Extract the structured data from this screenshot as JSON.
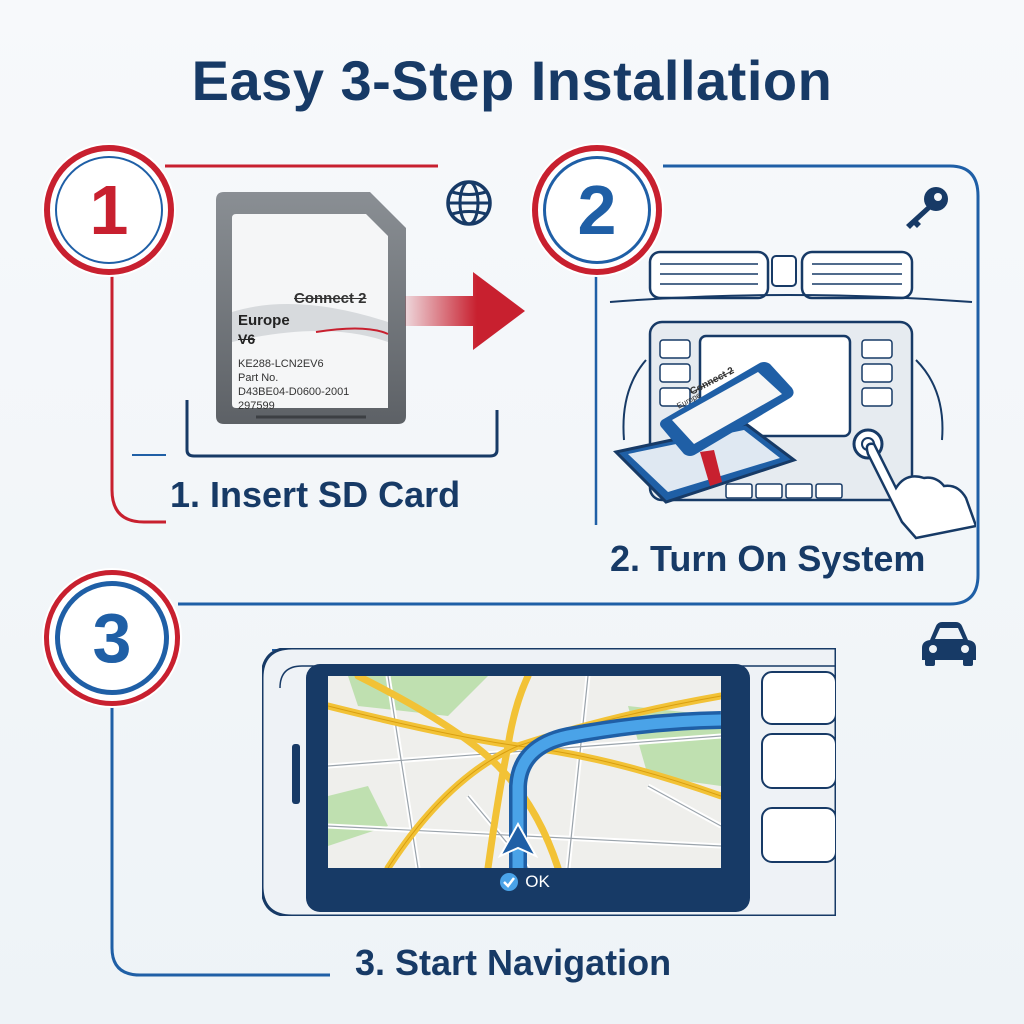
{
  "title": "Easy 3-Step Installation",
  "colors": {
    "red": "#c8202f",
    "blue": "#1f5fa6",
    "navy": "#173a66"
  },
  "steps": [
    {
      "number": "1",
      "label": "1. Insert SD Card"
    },
    {
      "number": "2",
      "label": "2. Turn On System"
    },
    {
      "number": "3",
      "label": "3. Start Navigation"
    }
  ],
  "sd_card": {
    "brand": "Connect 2",
    "region": "Europe",
    "version": "V6",
    "code": "KE288-LCN2EV6",
    "part_label": "Part No.",
    "part_number": "D43BE04-D0600-2001",
    "serial": "297599"
  },
  "inserted_card": {
    "brand": "Connect 2",
    "region": "Europe"
  },
  "navigation": {
    "ok_label": "OK"
  },
  "icons": [
    "globe-icon",
    "key-icon",
    "car-icon",
    "arrow-right-icon",
    "check-icon",
    "hand-icon"
  ]
}
